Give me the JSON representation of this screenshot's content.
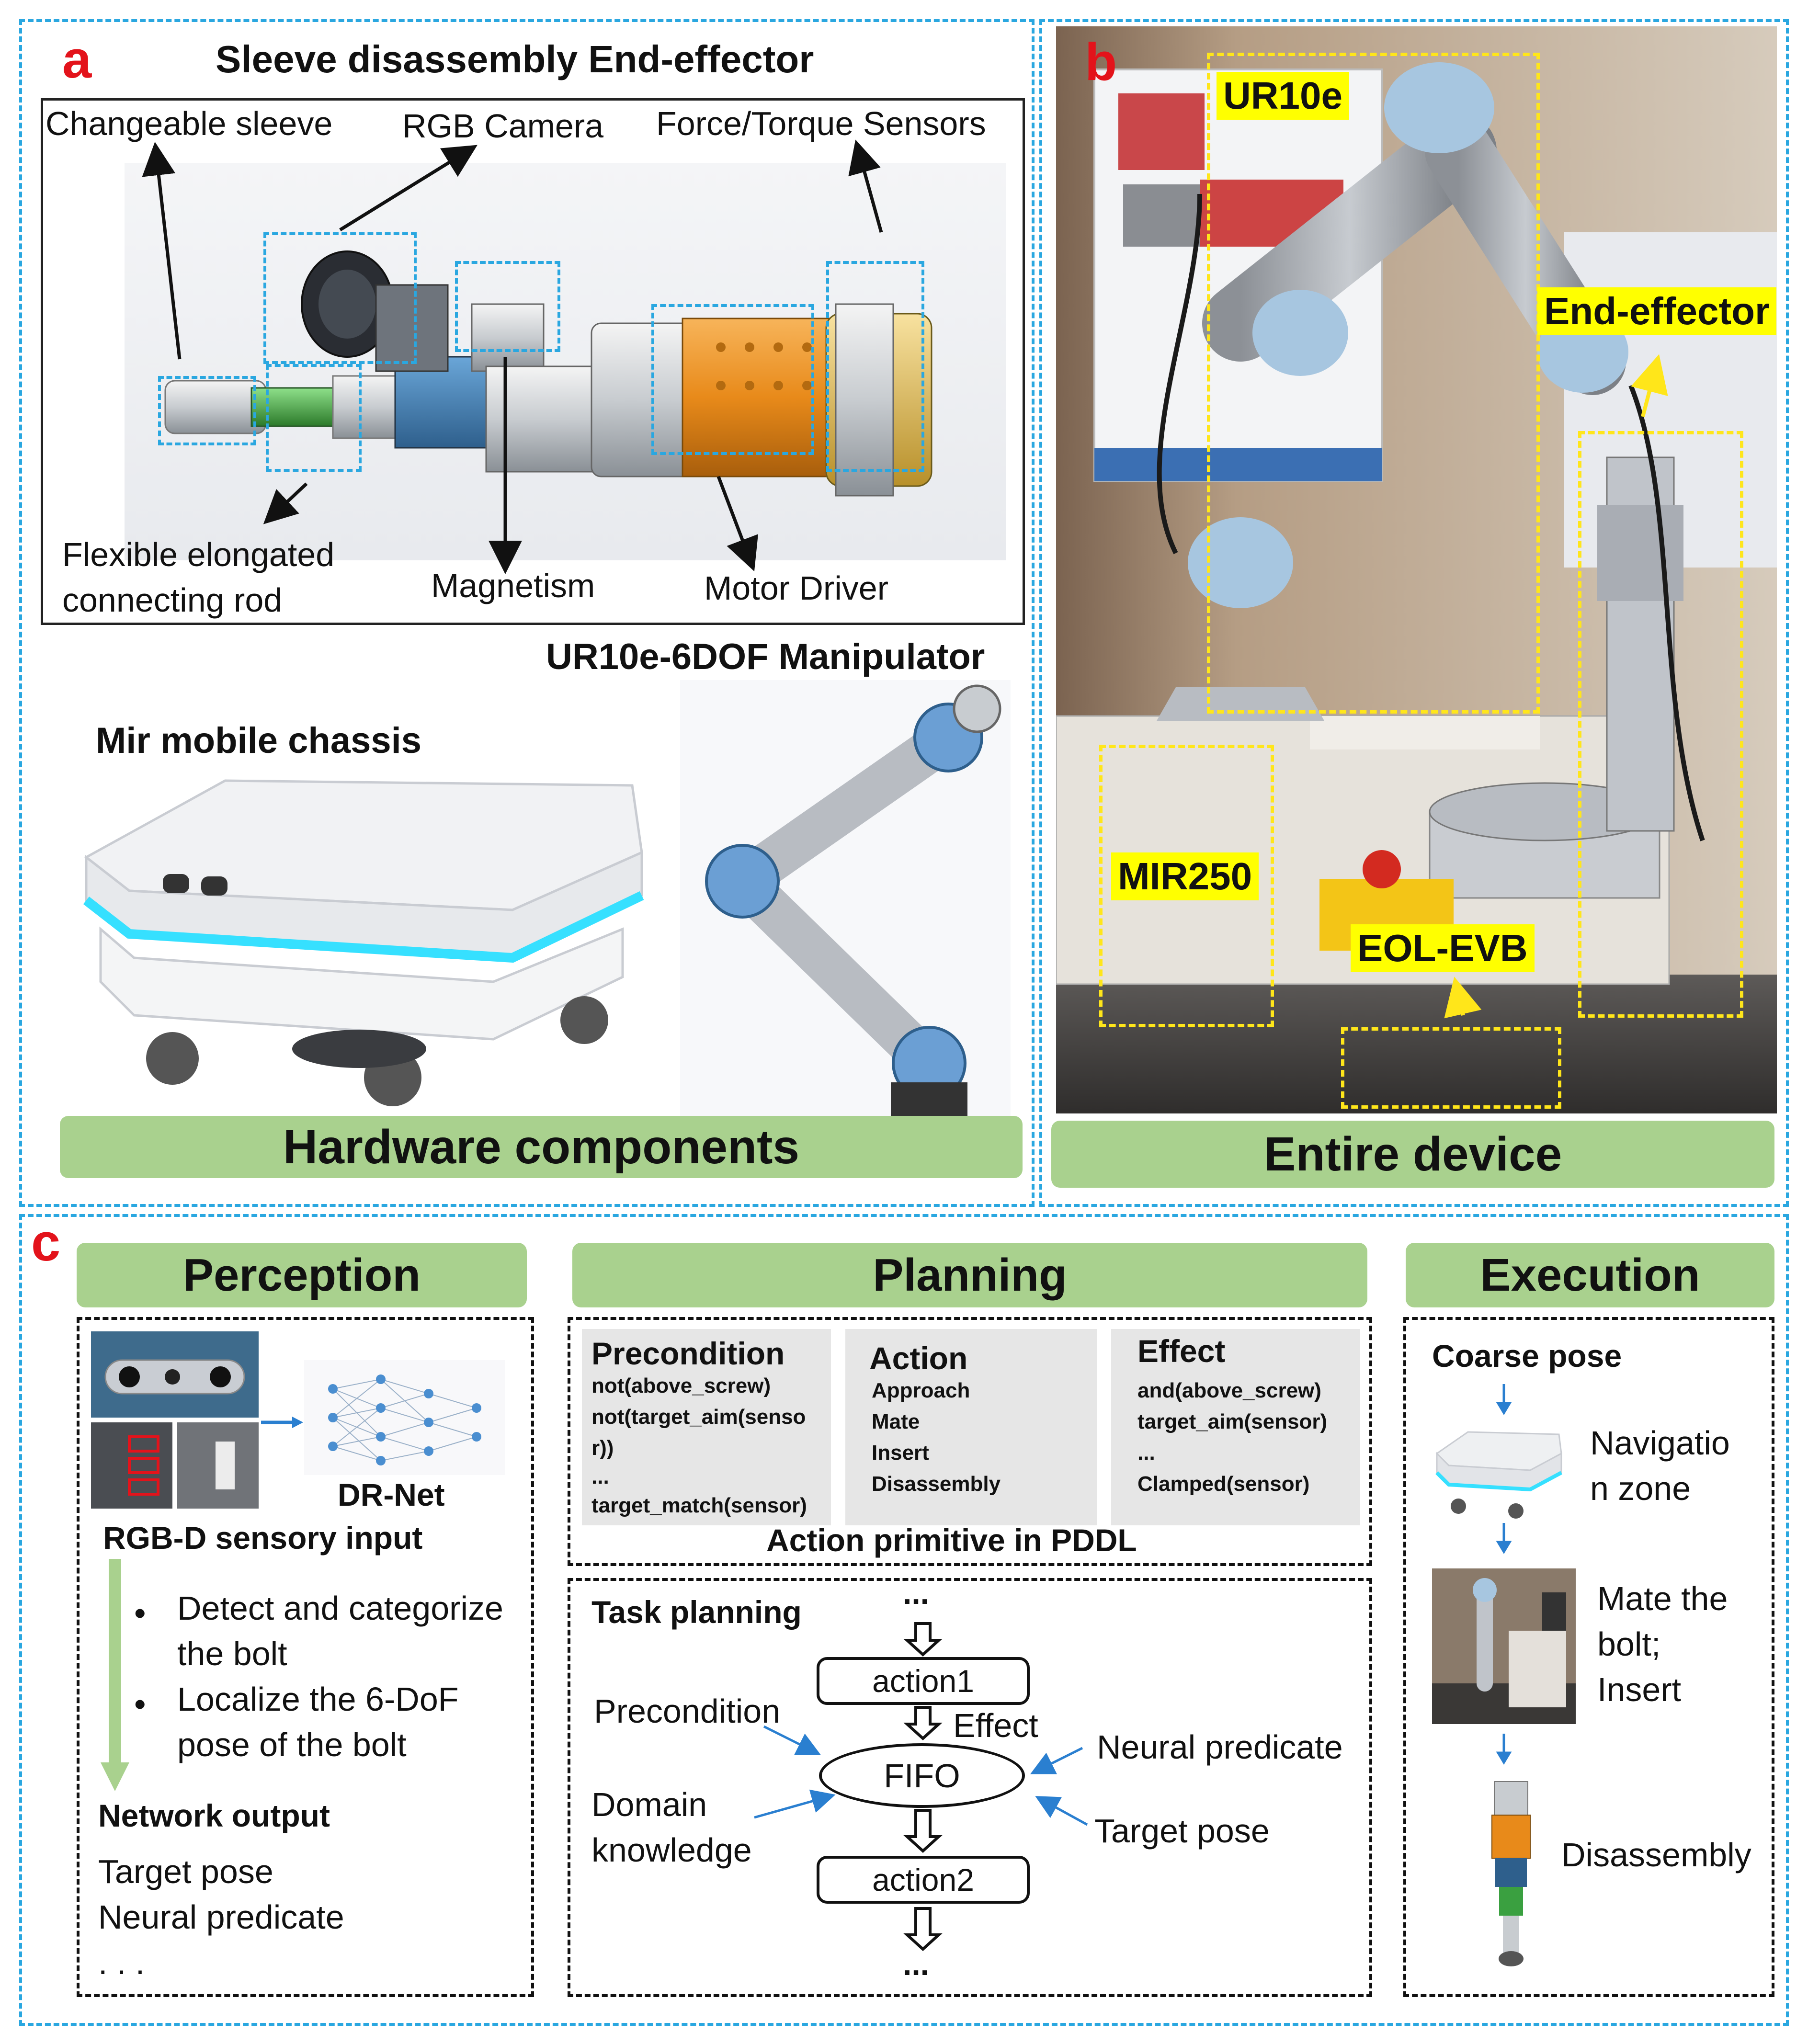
{
  "panel_a": {
    "letter": "a",
    "title": "Sleeve disassembly End-effector",
    "labels": {
      "changeable_sleeve": "Changeable sleeve",
      "rgb_camera": "RGB Camera",
      "force_torque": "Force/Torque Sensors",
      "flexible_rod_line1": "Flexible elongated",
      "flexible_rod_line2": "connecting rod",
      "magnetism": "Magnetism",
      "motor_driver": "Motor Driver"
    },
    "ur10e_title": "UR10e-6DOF Manipulator",
    "mir_title": "Mir mobile chassis",
    "banner": "Hardware components"
  },
  "panel_b": {
    "letter": "b",
    "labels": {
      "ur10e": "UR10e",
      "end_effector": "End-effector",
      "mir250": "MIR250",
      "eol_evb": "EOL-EVB"
    },
    "banner": "Entire device"
  },
  "panel_c": {
    "letter": "c",
    "perception": {
      "header": "Perception",
      "network_name": "DR-Net",
      "input_label": "RGB-D sensory input",
      "bullets": [
        "Detect and categorize",
        "the bolt",
        "Localize the 6-DoF",
        "pose of the bolt"
      ],
      "output_label": "Network output",
      "outputs": [
        "Target pose",
        "Neural predicate",
        ". . ."
      ]
    },
    "planning": {
      "header": "Planning",
      "precondition": {
        "title": "Precondition",
        "lines": [
          "not(above_screw)",
          "not(target_aim(senso",
          "r))",
          "...",
          "target_match(sensor)"
        ]
      },
      "action": {
        "title": "Action",
        "lines": [
          "Approach",
          "Mate",
          "Insert",
          "Disassembly"
        ]
      },
      "effect": {
        "title": "Effect",
        "lines": [
          "and(above_screw)",
          "target_aim(sensor)",
          "...",
          "Clamped(sensor)"
        ]
      },
      "pddl_caption": "Action primitive in PDDL",
      "task_title": "Task planning",
      "ellipsis": "...",
      "action1": "action1",
      "effect_label": "Effect",
      "fifo": "FIFO",
      "action2": "action2",
      "precondition_label": "Precondition",
      "domain_line1": "Domain",
      "domain_line2": "knowledge",
      "neural_predicate": "Neural predicate",
      "target_pose": "Target pose"
    },
    "execution": {
      "header": "Execution",
      "coarse_pose": "Coarse pose",
      "step1_line1": "Navigatio",
      "step1_line2": "n zone",
      "step2_line1": "Mate the",
      "step2_line2": "bolt;",
      "step2_line3": "Insert",
      "step3": "Disassembly"
    }
  },
  "colors": {
    "panel_border": "#2aa7e0",
    "banner_green": "#a9d18e",
    "highlight_yellow": "#ffff00",
    "letter_red": "#e3131b"
  }
}
